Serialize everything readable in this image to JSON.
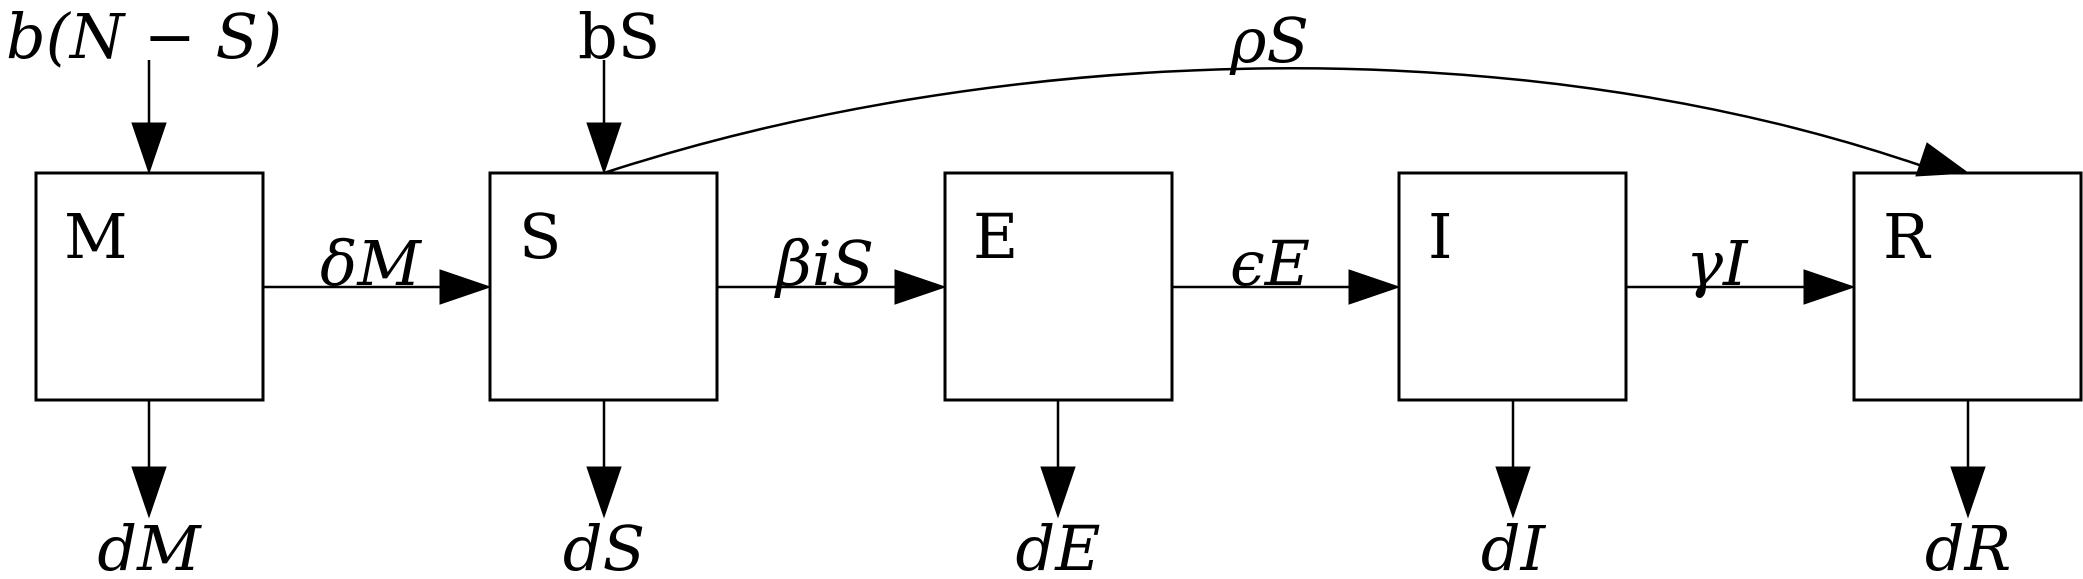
{
  "compartments": [
    {
      "id": "M",
      "label": "M",
      "outflow": "dM"
    },
    {
      "id": "S",
      "label": "S",
      "outflow": "dS"
    },
    {
      "id": "E",
      "label": "E",
      "outflow": "dE"
    },
    {
      "id": "I",
      "label": "I",
      "outflow": "dI"
    },
    {
      "id": "R",
      "label": "R",
      "outflow": "dR"
    }
  ],
  "transitions": {
    "m_to_s": "δM",
    "s_to_e": "βiS",
    "e_to_i": "ϵE",
    "i_to_r": "γI",
    "s_to_r": "ρS"
  },
  "inflows": {
    "m": "b(N − S)",
    "s": "bS"
  }
}
